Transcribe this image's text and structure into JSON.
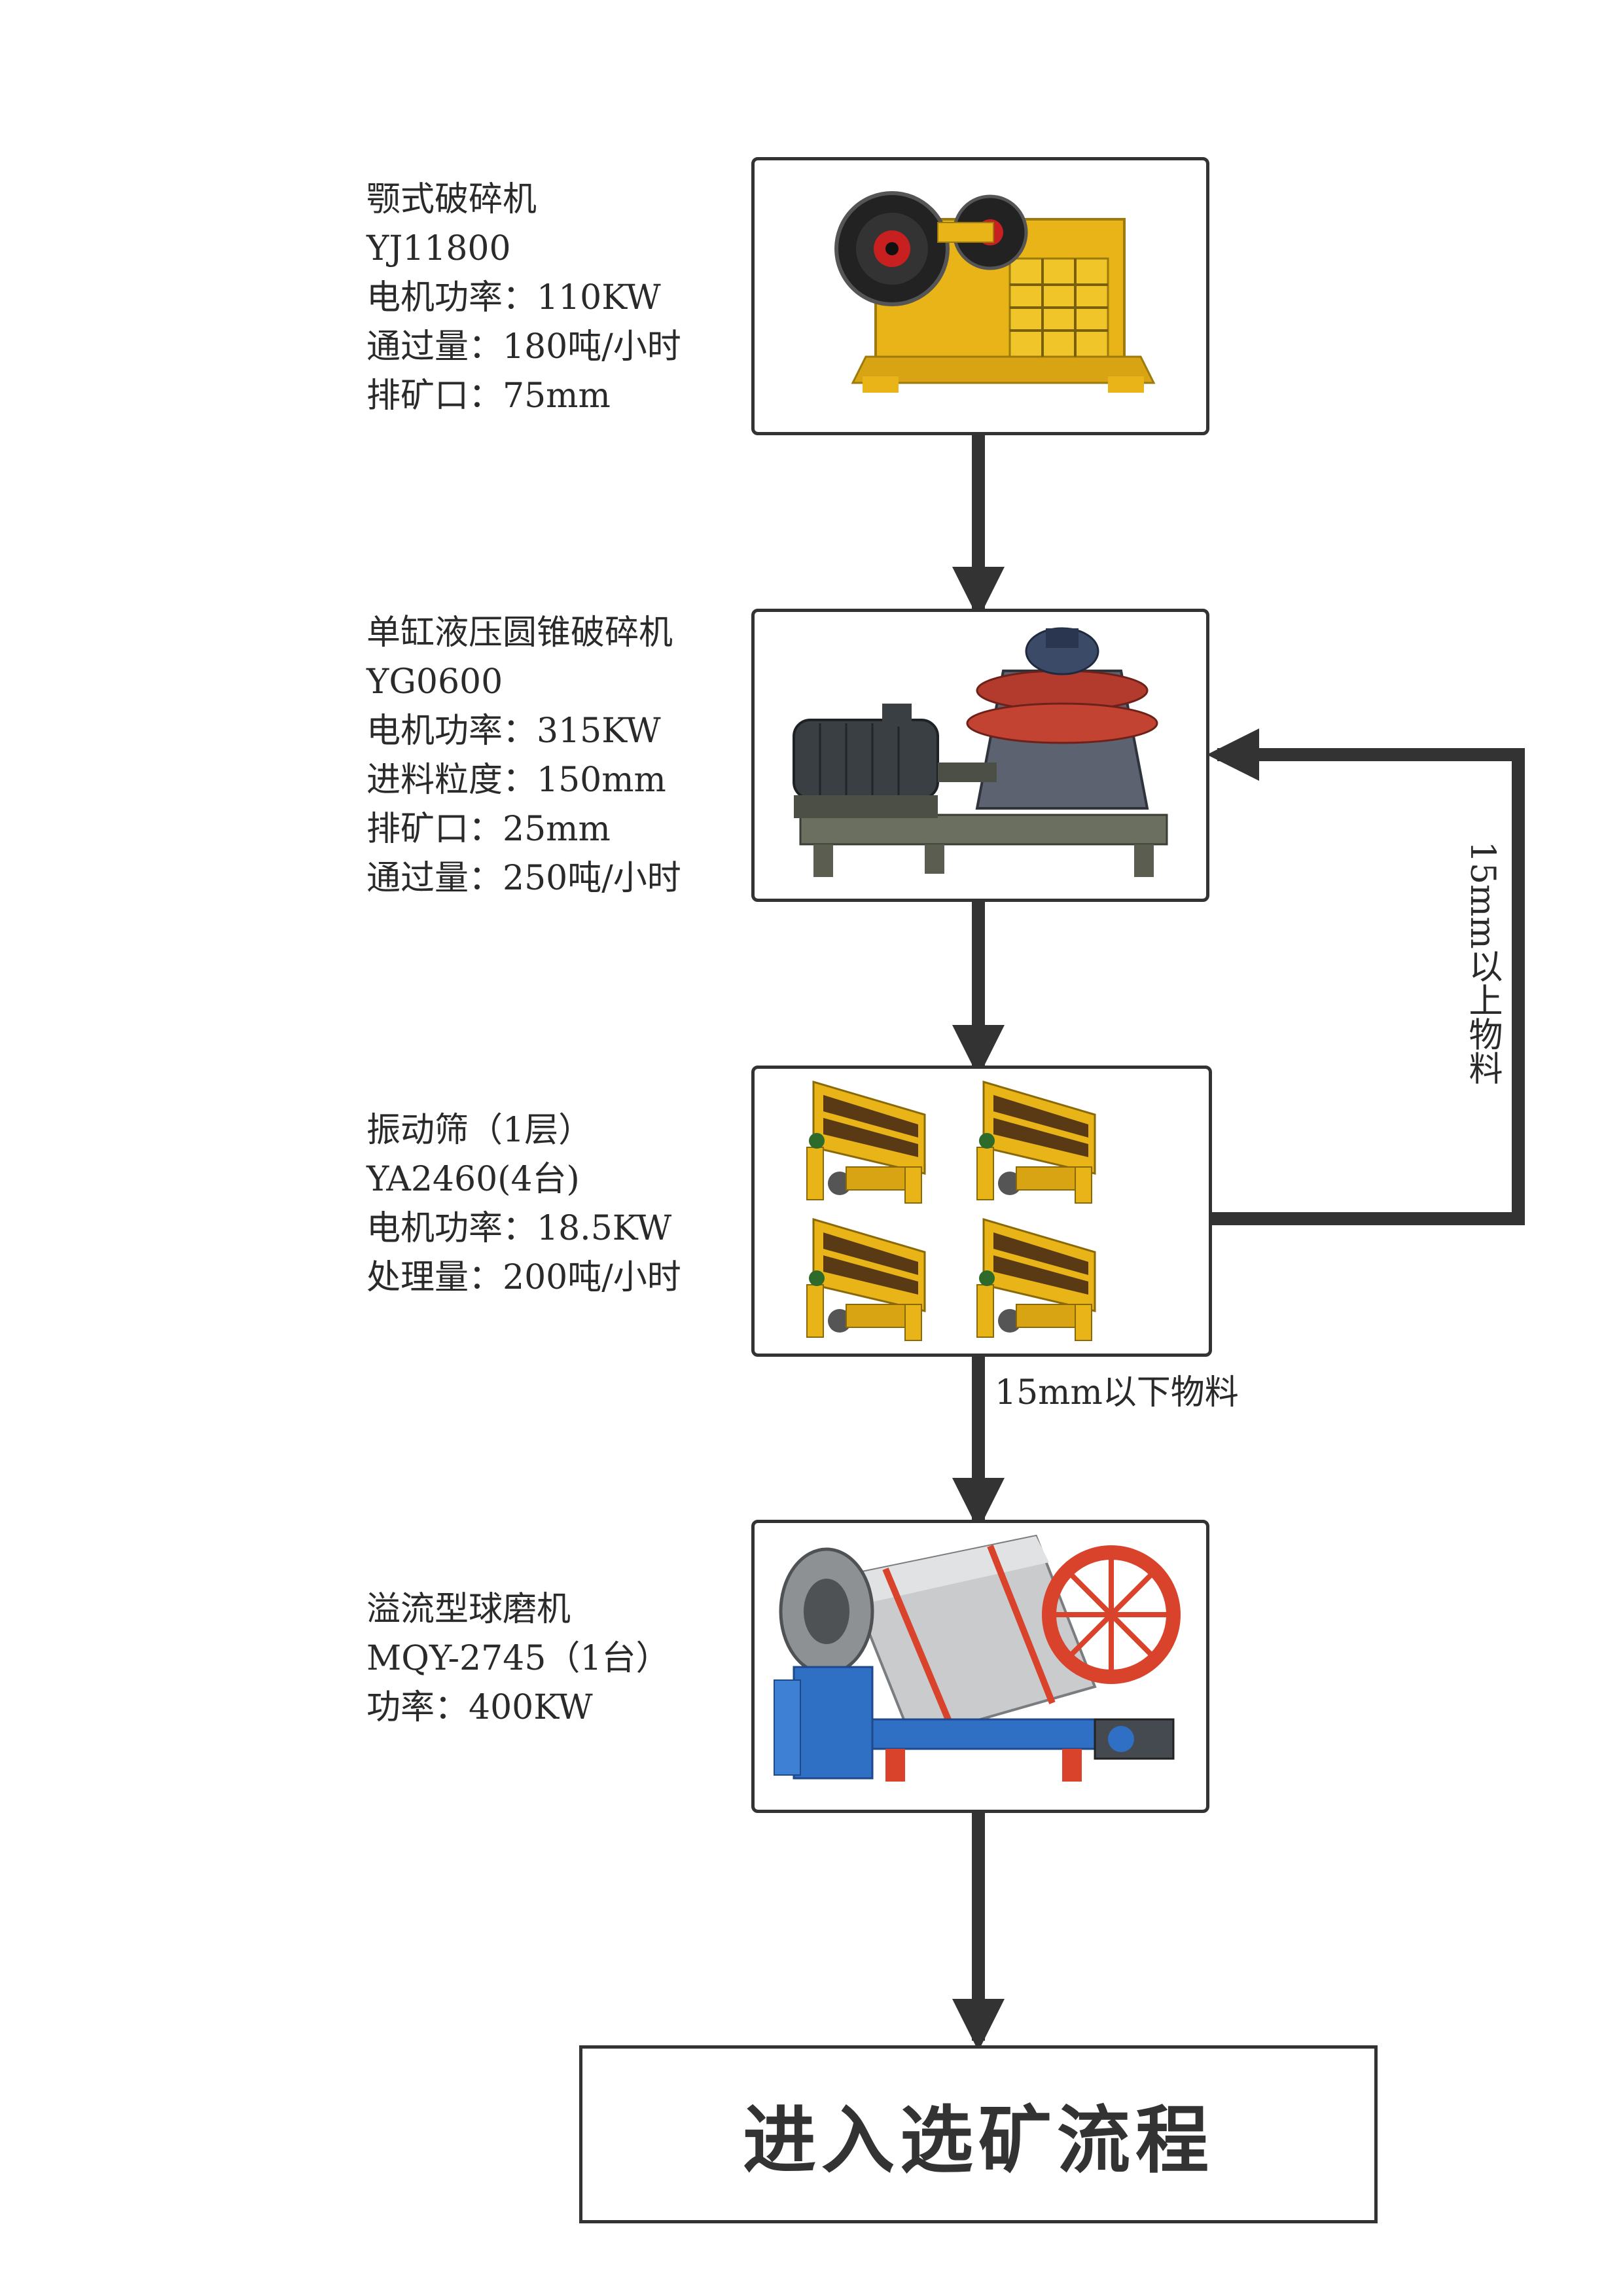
{
  "steps": [
    {
      "lines": [
        "颚式破碎机",
        "YJ11800",
        "电机功率：110KW",
        "通过量：180吨/小时",
        "排矿口：75mm"
      ],
      "image": "jaw-crusher"
    },
    {
      "lines": [
        "单缸液压圆锥破碎机",
        "YG0600",
        "电机功率：315KW",
        "进料粒度：150mm",
        "排矿口：25mm",
        "通过量：250吨/小时"
      ],
      "image": "cone-crusher"
    },
    {
      "lines": [
        "振动筛（1层）",
        "YA2460(4台)",
        "电机功率：18.5KW",
        "处理量：200吨/小时"
      ],
      "image": "vibrating-screens"
    },
    {
      "lines": [
        "溢流型球磨机",
        "MQY-2745（1台）",
        "功率：400KW"
      ],
      "image": "ball-mill"
    }
  ],
  "arrows": {
    "below_label": "15mm以下物料",
    "return_label": "15mm以上物料"
  },
  "final": {
    "label": "进入选矿流程"
  },
  "colors": {
    "line": "#333333",
    "machine_yellow": "#e8b417",
    "mill_red": "#d9432b",
    "mill_blue": "#2f6fc4"
  }
}
